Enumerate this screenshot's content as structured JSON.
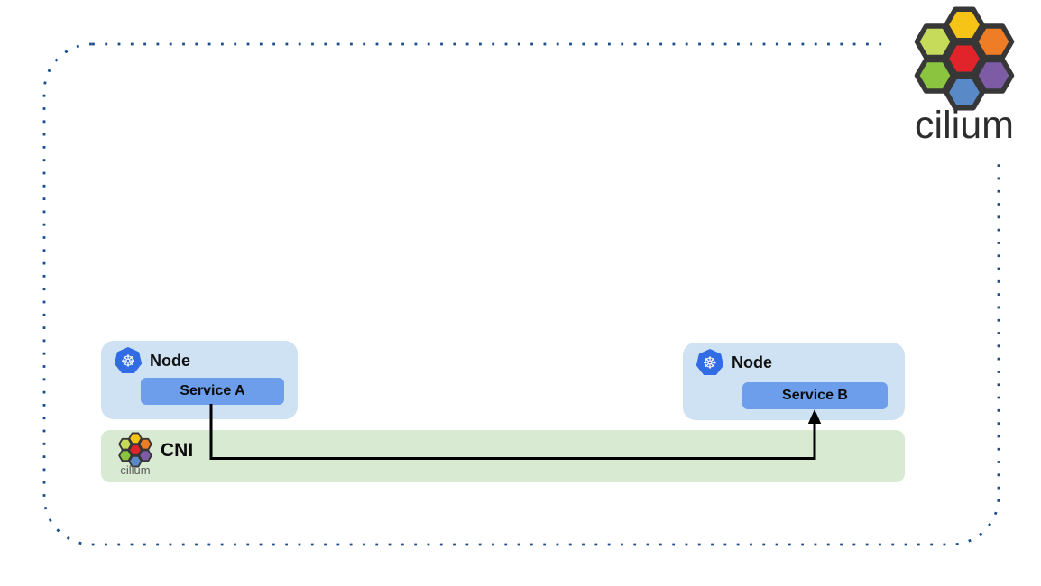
{
  "brand": {
    "wordmark": "cilium"
  },
  "frame": {
    "style": "dotted-rounded-rectangle",
    "color": "#1b4c8c"
  },
  "nodes": [
    {
      "label": "Node",
      "icon": "kubernetes-icon",
      "service": {
        "label": "Service A"
      }
    },
    {
      "label": "Node",
      "icon": "kubernetes-icon",
      "service": {
        "label": "Service B"
      }
    }
  ],
  "cni": {
    "label": "CNI",
    "brand": "cilium",
    "icon": "cilium-logo-icon"
  },
  "connection": {
    "from": "Service A",
    "to": "Service B",
    "via": "CNI",
    "shape": "elbow-arrow"
  },
  "colors": {
    "node_fill": "#cfe2f3",
    "service_fill": "#6d9eeb",
    "cni_fill": "#d9ead3",
    "frame_dots": "#1b4c8c",
    "kubernetes_blue": "#326ce5",
    "connector": "#000000",
    "cilium_hex_top": "#f6c317",
    "cilium_hex_upper_left": "#c7db5b",
    "cilium_hex_upper_right": "#ef7d25",
    "cilium_hex_center": "#e0242a",
    "cilium_hex_lower_left": "#8bc53f",
    "cilium_hex_lower_right": "#7d5ca5",
    "cilium_hex_bottom": "#5989c6",
    "cilium_hex_outline": "#373737"
  }
}
